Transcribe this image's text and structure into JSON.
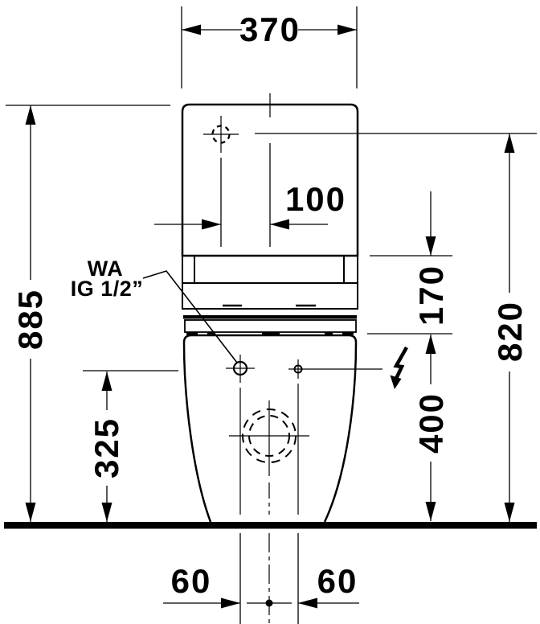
{
  "drawing": {
    "type": "technical-dimension-drawing",
    "subject": "one-piece toilet front elevation",
    "background_color": "#ffffff",
    "line_color": "#000000",
    "dimensions": {
      "width_overall": "370",
      "inlet_offset_from_center": "100",
      "height_overall": "885",
      "tank_band_height": "170",
      "inlet_height": "820",
      "supply_height": "325",
      "rim_height": "400",
      "bolt_spacing_left": "60",
      "bolt_spacing_right": "60"
    },
    "labels": {
      "water_connection_line1": "WA",
      "water_connection_line2": "IG 1/2”"
    },
    "icons": {
      "electric_connection": "lightning-bolt"
    }
  }
}
